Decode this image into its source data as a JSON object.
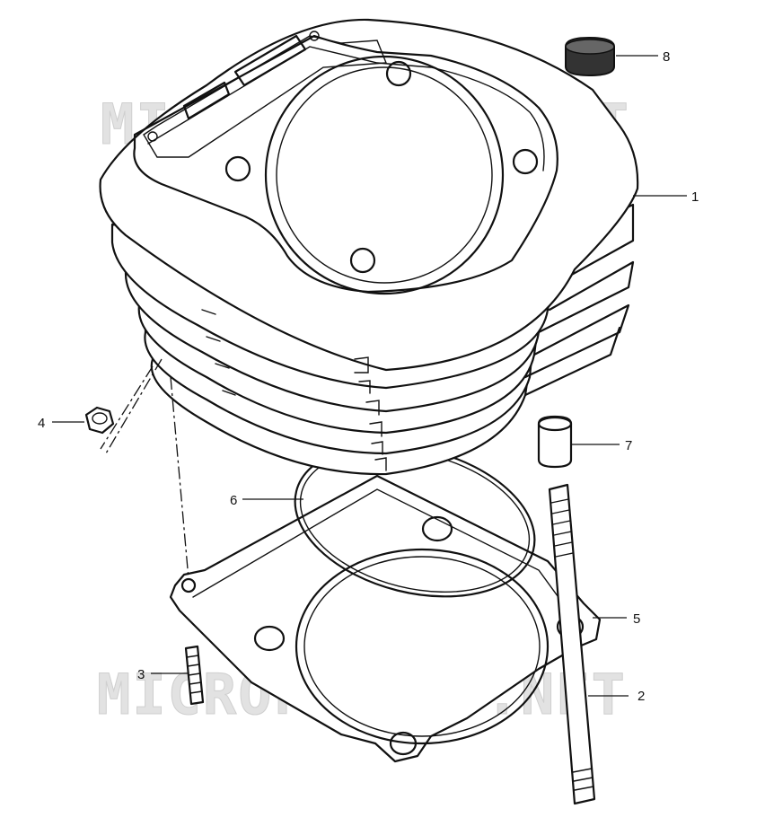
{
  "watermark": "MICROFICHES.NET",
  "callouts": [
    {
      "id": "1",
      "label": "1",
      "part": "cylinder"
    },
    {
      "id": "2",
      "label": "2",
      "part": "stud-long"
    },
    {
      "id": "3",
      "label": "3",
      "part": "stud-short"
    },
    {
      "id": "4",
      "label": "4",
      "part": "nut"
    },
    {
      "id": "5",
      "label": "5",
      "part": "base-gasket"
    },
    {
      "id": "6",
      "label": "6",
      "part": "o-ring"
    },
    {
      "id": "7",
      "label": "7",
      "part": "dowel-pin"
    },
    {
      "id": "8",
      "label": "8",
      "part": "cap"
    }
  ]
}
